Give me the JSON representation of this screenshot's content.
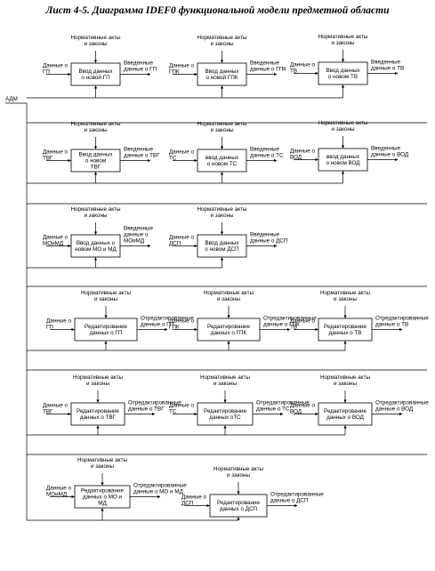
{
  "title": "Лист 4-5. Диаграмма IDEF0 функциональной модели предметной области",
  "mechanism": "АДМ",
  "blocks": [
    {
      "name": [
        "Ввод данных",
        "о новой ГП"
      ],
      "control": [
        "Нормативные акты",
        "и законы"
      ],
      "input": [
        "Данные о",
        "ГП"
      ],
      "output": [
        "Введенные",
        "данные о ГП"
      ]
    },
    {
      "name": [
        "Ввод данных",
        "о новой ГПК"
      ],
      "control": [
        "Нормативные акты",
        "и законы"
      ],
      "input": [
        "Данные о",
        "ГПК"
      ],
      "output": [
        "Введенные",
        "данные о ГПК"
      ]
    },
    {
      "name": [
        "Ввод данных",
        "о новом ТВ"
      ],
      "control": [
        "Нормативные акты",
        "и законы"
      ],
      "input": [
        "Данные о",
        "ТВ"
      ],
      "output": [
        "Введенные",
        "данные о ТВ"
      ]
    },
    {
      "name": [
        "Ввод данных",
        "о новом",
        "ТВГ"
      ],
      "control": [
        "Нормативные акты",
        "и законы"
      ],
      "input": [
        "Данные о",
        "ТВГ"
      ],
      "output": [
        "Введенные",
        "данные о ТВГ"
      ]
    },
    {
      "name": [
        "ввод данных",
        "о новом ТС"
      ],
      "control": [
        "Нормативные акты",
        "и законы"
      ],
      "input": [
        "Данные о",
        "ТС"
      ],
      "output": [
        "Введенные",
        "данные о ТС"
      ]
    },
    {
      "name": [
        "ввод данных",
        "о новом ВОД"
      ],
      "control": [
        "Нормативные акты",
        "и законы"
      ],
      "input": [
        "Данные о",
        "ВОД"
      ],
      "output": [
        "Введенные",
        "данные о ВОД"
      ]
    },
    {
      "name": [
        "Ввод данных о",
        "новом МО и МД"
      ],
      "control": [
        "Нормативные акты",
        "и законы"
      ],
      "input": [
        "Данные о",
        "МОиМД"
      ],
      "output": [
        "Введенные",
        "данные о",
        "МОиМД"
      ]
    },
    {
      "name": [
        "Ввод данных",
        "о новом ДСП"
      ],
      "control": [
        "Нормативные акты",
        "и законы"
      ],
      "input": [
        "Данные о",
        "ДСП"
      ],
      "output": [
        "Введенные",
        "данные о ДСП"
      ]
    },
    {
      "name": [
        "Редактирование",
        "данных о ГП"
      ],
      "control": [
        "Нормативные акты",
        "и законы"
      ],
      "input": [
        "Данные о",
        "ГП"
      ],
      "output": [
        "Отредактированные",
        "данные о ГП"
      ]
    },
    {
      "name": [
        "Редактирование",
        "данных о ГПК"
      ],
      "control": [
        "Нормативные акты",
        "и законы"
      ],
      "input": [
        "Данные о",
        "ГПК"
      ],
      "output": [
        "Отредактированные",
        "данные о ГПК"
      ]
    },
    {
      "name": [
        "Редактирование",
        "данных о ТВ"
      ],
      "control": [
        "Нормативные акты",
        "и законы"
      ],
      "input": [
        "Данные о",
        "ТВ"
      ],
      "output": [
        "Отредактированные",
        "данные о ТВ"
      ]
    },
    {
      "name": [
        "Редактирование",
        "данных о ТВГ"
      ],
      "control": [
        "Нормативные акты",
        "и законы"
      ],
      "input": [
        "Данные о",
        "ТВГ"
      ],
      "output": [
        "Отредактированные",
        "данные о ТВГ"
      ]
    },
    {
      "name": [
        "Редактирование",
        "данных оТС"
      ],
      "control": [
        "Нормативные акты",
        "и законы"
      ],
      "input": [
        "Данные о",
        "ТС"
      ],
      "output": [
        "Отредактированные",
        "данные о ТС"
      ]
    },
    {
      "name": [
        "Редактирование",
        "данных о ВОД"
      ],
      "control": [
        "Нормативные акты",
        "и законы"
      ],
      "input": [
        "Данные о",
        "ВОД"
      ],
      "output": [
        "Отредактированные",
        "данные о ВОД"
      ]
    },
    {
      "name": [
        "Редактирование",
        "данных о МО и",
        "МД"
      ],
      "control": [
        "Нормативные акты",
        "и законы"
      ],
      "input": [
        "Данные о",
        "МОиМД"
      ],
      "output": [
        "Отредактированные",
        "данные о МО и МД"
      ]
    },
    {
      "name": [
        "Редактирование",
        "данных о ДСП"
      ],
      "control": [
        "Нормативные акты",
        "и законы"
      ],
      "input": [
        "Данные о",
        "ДСП"
      ],
      "output": [
        "Отредактированные",
        "данные о ДСП"
      ]
    }
  ]
}
